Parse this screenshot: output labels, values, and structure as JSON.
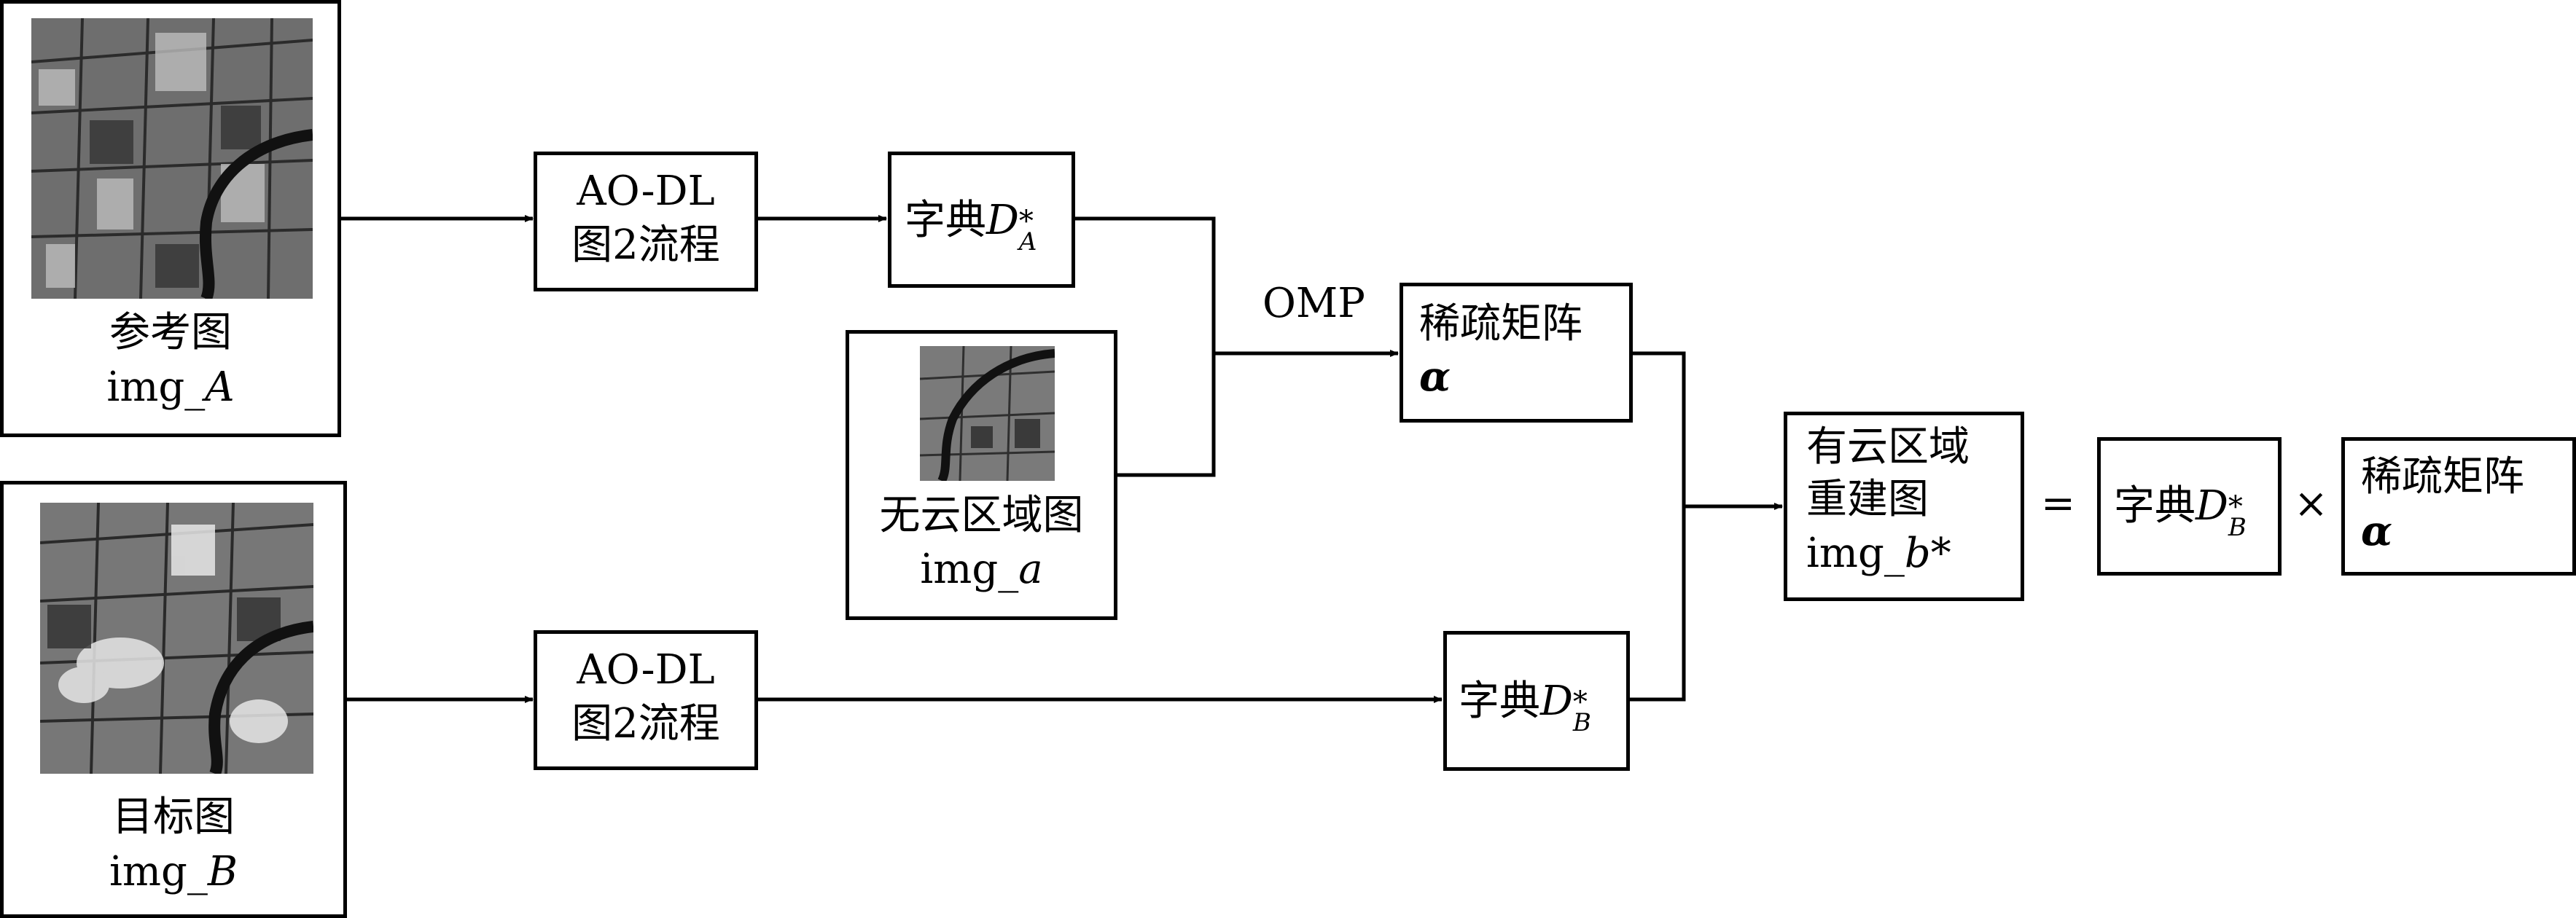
{
  "reference": {
    "label": "参考图",
    "var_prefix": "img_",
    "var_name": "A"
  },
  "target": {
    "label": "目标图",
    "var_prefix": "img_",
    "var_name": "B"
  },
  "cloudfree": {
    "label": "无云区域图",
    "var_prefix": "img_",
    "var_name": "a"
  },
  "aodl_top": {
    "line1": "AO-DL",
    "line2": "图2流程"
  },
  "aodl_bottom": {
    "line1": "AO-DL",
    "line2": "图2流程"
  },
  "dict_a": {
    "label": "字典",
    "symbol": "D",
    "sup": "*",
    "sub": "A"
  },
  "dict_b": {
    "label": "字典",
    "symbol": "D",
    "sup": "*",
    "sub": "B"
  },
  "omp": {
    "label": "OMP"
  },
  "sparse": {
    "label": "稀疏矩阵",
    "symbol": "α"
  },
  "recon": {
    "line1": "有云区域",
    "line2": "重建图",
    "var_prefix": "img_",
    "var_name": "b",
    "suffix": "*"
  },
  "equation": {
    "equals": "=",
    "times": "×",
    "dict": {
      "label": "字典",
      "symbol": "D",
      "sup": "*",
      "sub": "B"
    },
    "sparse": {
      "label": "稀疏矩阵",
      "symbol": "α"
    }
  },
  "colors": {
    "line": "#000000",
    "background": "#ffffff"
  },
  "images": [
    "reference-satellite-image",
    "target-satellite-image",
    "cloud-free-region-image"
  ]
}
